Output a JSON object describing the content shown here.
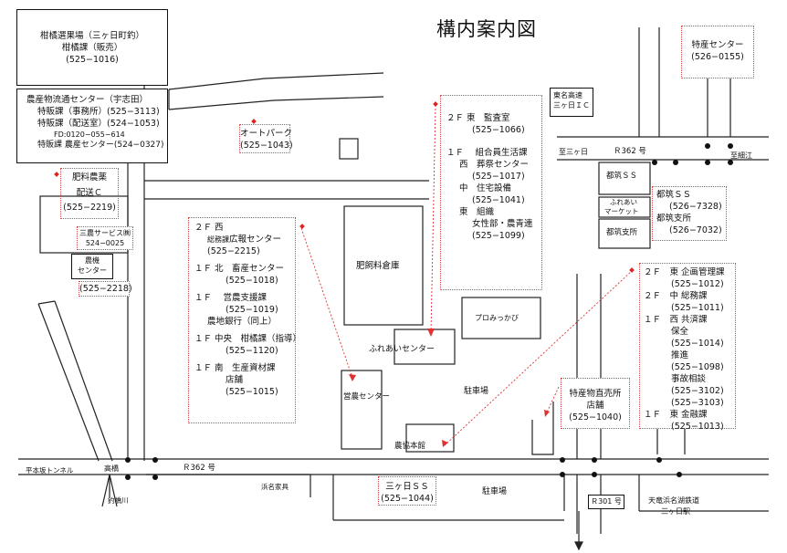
{
  "title": "構内案内図",
  "mikan_box": {
    "l1": "柑橘選果場（三ヶ日町釣）",
    "l2": "柑橘課（販売）",
    "l3": "(525−1016)"
  },
  "nousan_box": {
    "l1": "農産物流通センター（宇志田）",
    "l2": "特販課（事務所）(525−3113)",
    "l3": "特販課（配送室）(524−1053)",
    "l4": "FD:0120−055−614",
    "l5": "特販課 農産センター(524−0327)"
  },
  "hiryo_box": {
    "l1": "肥料農薬",
    "l2": "配送Ｃ",
    "l3": "(525−2219)"
  },
  "sankyo_box": {
    "l1": "三農サービス㈱",
    "l2": "524−0025"
  },
  "nouki_box": {
    "l1": "農機",
    "l2": "センター"
  },
  "nouki_tel": "(525−2218)",
  "autopark_box": {
    "l1": "オートパーク",
    "l2": "(525−1043)"
  },
  "west_box": {
    "l1": "２Ｆ 西",
    "l2a": "総務課",
    "l2b": "広報センター",
    "l3": "(525−2215)",
    "l4": "１Ｆ 北　畜産センター",
    "l5": "(525−1018)",
    "l6": "１Ｆ　 営農支援課",
    "l7": "(525−1019)",
    "l8": "農地銀行（同上）",
    "l9": "１Ｆ 中央　柑橘課（指導）",
    "l10": "(525−1120)",
    "l11": "１Ｆ 南　生産資材課",
    "l12": "店舗",
    "l13": "(525−1015)"
  },
  "east_box": {
    "l1": "２Ｆ 東　監査室",
    "l2": "(525−1066)",
    "l3": "１Ｆ　 組合員生活課",
    "l4": "西　葬祭センター",
    "l5": "(525−1017)",
    "l6": "中　住宅設備",
    "l7": "(525−1041)",
    "l8": "東　組織",
    "l9": "女性部・農青連",
    "l10": "(525−1099)"
  },
  "tokusan_box": {
    "l1": "特産センター",
    "l2": "(526−0155)"
  },
  "meisho_box": {
    "l1": "東名高速",
    "l2": "三ヶ日ＩＣ"
  },
  "tsuzuki_box": {
    "l1": "都筑ＳＳ",
    "l2": "(526−7328)",
    "l3": "都筑支所",
    "l4": "(526−7032)"
  },
  "honkan_box": {
    "l1": "２Ｆ　東 企画管理課",
    "l2": "(525−1012)",
    "l3": "２Ｆ　中 総務課",
    "l4": "(525−1011)",
    "l5": "１Ｆ　西 共済課",
    "l6": "保全",
    "l7": "(525−1014)",
    "l8": "推進",
    "l9": "(525−1098)",
    "l10": "事故相談",
    "l11": "(525−3102)",
    "l12": "(525−3103)",
    "l13": "１Ｆ　東 金融課",
    "l14": "(525−1013)"
  },
  "chokubai_box": {
    "l1": "特産物直売所",
    "l2": "店舗",
    "l3": "(525−1040)"
  },
  "mikkabi_ss_box": {
    "l1": "三ヶ日ＳＳ",
    "l2": "(525−1044)"
  },
  "labels": {
    "hiryo_soko": "肥飼料倉庫",
    "pro_mikkabi": "プロみっかび",
    "fureai_center": "ふれあいセンター",
    "einou_center": "営農センター",
    "nokyo_honkan": "農協本館",
    "chushajo1": "駐車場",
    "chushajo2": "駐車場",
    "tsuzuki_ss_small": "都筑ＳＳ",
    "fureai_market_1": "ふれあい",
    "fureai_market_2": "マーケット",
    "tsuzuki_shisho_small": "都筑支所",
    "to_mikkabi": "至三ヶ日",
    "r362_north": "Ｒ362 号",
    "to_hosoe": "至細江",
    "r362_south": "Ｒ362 号",
    "tunnel": "平本坂トンネル",
    "takahashi": "高橋",
    "hamana_kagu": "浜名家具",
    "tsurugawa": "釣橋川",
    "r301": "Ｒ301 号",
    "tenryu_1": "天竜浜名湖鉄道",
    "tenryu_2": "三ヶ日駅"
  }
}
